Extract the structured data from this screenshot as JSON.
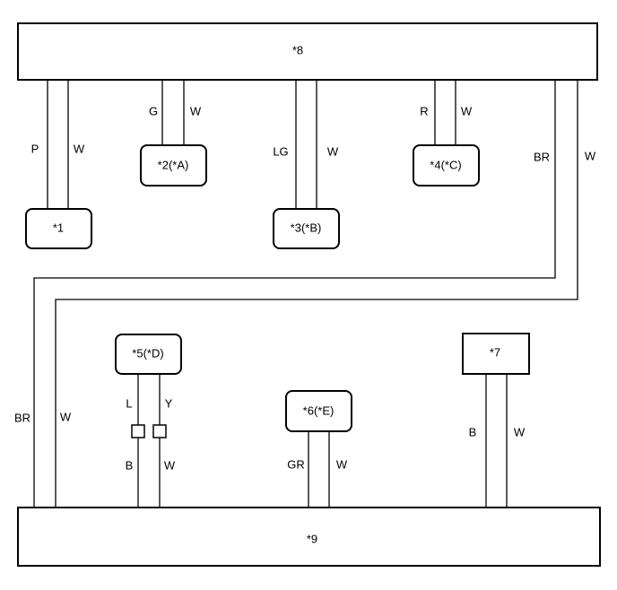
{
  "components": {
    "c8": "*8",
    "c9": "*9",
    "c1": "*1",
    "c2": "*2(*A)",
    "c3": "*3(*B)",
    "c4": "*4(*C)",
    "c5": "*5(*D)",
    "c6": "*6(*E)",
    "c7": "*7"
  },
  "wires": {
    "c1_left": "P",
    "c1_right": "W",
    "c2_left": "G",
    "c2_right": "W",
    "c3_left": "LG",
    "c3_right": "W",
    "c4_left": "R",
    "c4_right": "W",
    "top_br": "BR",
    "top_w": "W",
    "bottom_br": "BR",
    "bottom_w": "W",
    "c5_upper_left": "L",
    "c5_upper_right": "Y",
    "c5_lower_left": "B",
    "c5_lower_right": "W",
    "c6_left": "GR",
    "c6_right": "W",
    "c7_left": "B",
    "c7_right": "W"
  }
}
